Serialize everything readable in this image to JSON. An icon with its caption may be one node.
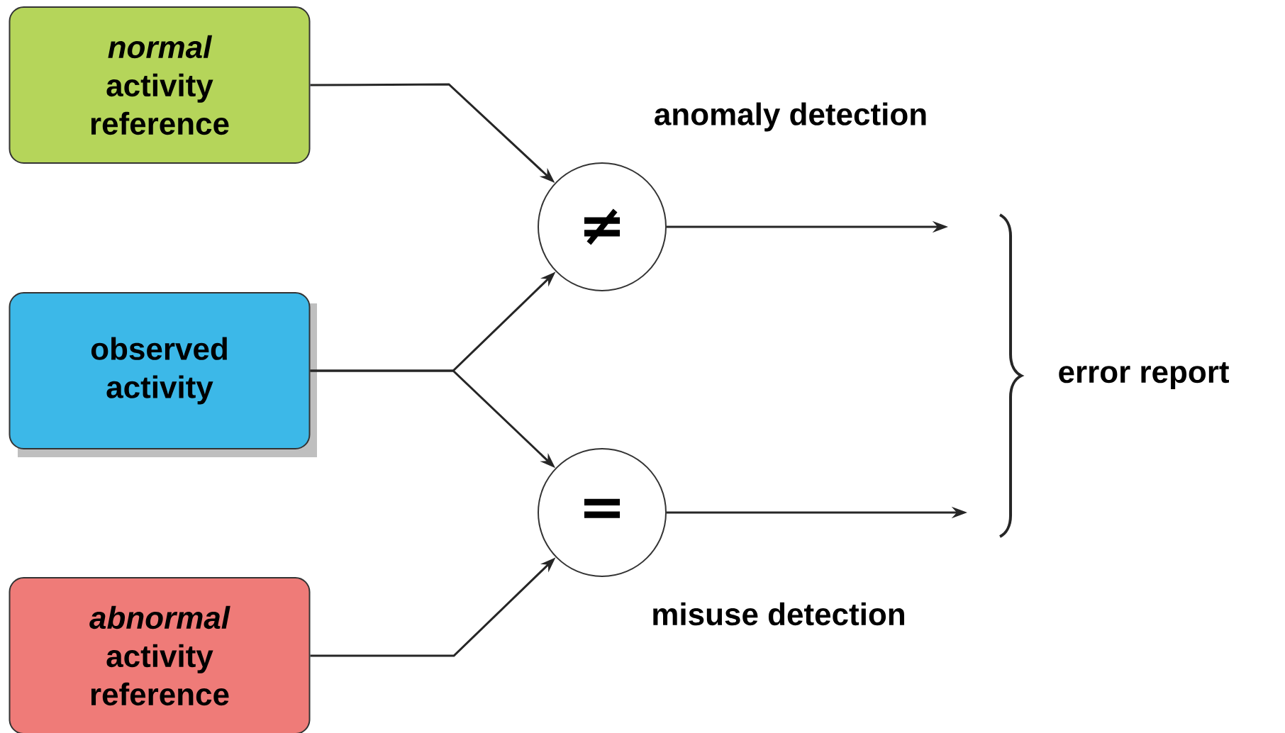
{
  "diagram": {
    "nodes": [
      {
        "text": [
          "*normal* activity reference"
        ]
      },
      {
        "text": [
          "observed activity"
        ]
      },
      {
        "text": [
          "*abnormal* activity reference"
        ]
      },
      {
        "text": [
          "≠"
        ],
        "beside": [
          "anomaly detection"
        ]
      },
      {
        "text": [
          "="
        ],
        "beside": [
          "misuse detection"
        ]
      }
    ],
    "edges": [
      {
        "from": 0,
        "to": 3,
        "arrow": "to"
      },
      {
        "from": 1,
        "to": 3,
        "arrow": "to"
      },
      {
        "from": 1,
        "to": 4,
        "arrow": "to"
      },
      {
        "from": 2,
        "to": 4,
        "arrow": "to"
      },
      {
        "from": 3,
        "to": null,
        "arrow": "to"
      },
      {
        "from": 4,
        "to": null,
        "arrow": "to"
      }
    ],
    "labels": [
      "error report"
    ]
  }
}
